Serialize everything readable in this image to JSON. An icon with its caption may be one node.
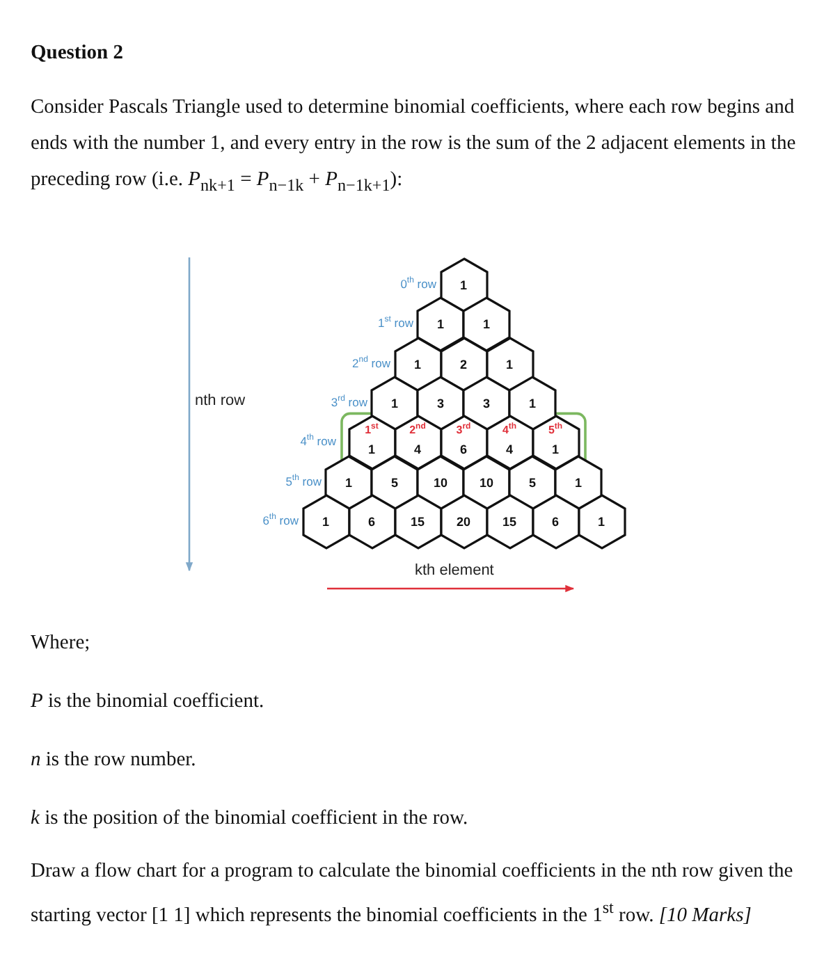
{
  "diagram": {
    "title": "Question 2",
    "nodes": [
      {
        "text": [
          "1"
        ]
      },
      {
        "text": [
          "1"
        ]
      },
      {
        "text": [
          "1"
        ]
      },
      {
        "text": [
          "1"
        ]
      },
      {
        "text": [
          "2"
        ]
      },
      {
        "text": [
          "1"
        ]
      },
      {
        "text": [
          "1"
        ]
      },
      {
        "text": [
          "3"
        ]
      },
      {
        "text": [
          "3"
        ]
      },
      {
        "text": [
          "1"
        ]
      },
      {
        "text": [
          "1$^{st}$",
          "1"
        ]
      },
      {
        "text": [
          "2$^{nd}$",
          "4"
        ]
      },
      {
        "text": [
          "3$^{rd}$",
          "6"
        ]
      },
      {
        "text": [
          "4$^{th}$",
          "4"
        ]
      },
      {
        "text": [
          "5$^{th}$",
          "1"
        ]
      },
      {
        "text": [
          "1"
        ]
      },
      {
        "text": [
          "5"
        ]
      },
      {
        "text": [
          "10"
        ]
      },
      {
        "text": [
          "10"
        ]
      },
      {
        "text": [
          "5"
        ]
      },
      {
        "text": [
          "1"
        ]
      },
      {
        "text": [
          "1"
        ]
      },
      {
        "text": [
          "6"
        ]
      },
      {
        "text": [
          "15"
        ]
      },
      {
        "text": [
          "20"
        ]
      },
      {
        "text": [
          "15"
        ]
      },
      {
        "text": [
          "6"
        ]
      },
      {
        "text": [
          "1"
        ]
      }
    ],
    "labels": [
      "Consider Pascals Triangle used to determine binomial coefficients, where each row begins and ends with the number 1, and every entry in the row is the sum of the 2 adjacent elements in the preceding row (i.e. *P*$_{nk+1}$ = *P*$_{n−1k}$ + *P*$_{n−1k+1}$):",
      "0$^{th}$ row",
      "1$^{st}$ row",
      "2$^{nd}$ row",
      "3$^{rd}$ row",
      "4$^{th}$ row",
      "5$^{th}$ row",
      "6$^{th}$ row",
      "nth row",
      "kth element",
      "Where;",
      "*P* is the binomial coefficient.",
      "*n* is the row number.",
      "*k* is the position of the binomial coefficient in the row.",
      "Draw a flow chart for a program to calculate the binomial coefficients in the nth row given the starting vector [1 1] which represents the binomial coefficients in the 1$^{st}$ row. *[10 Marks]*"
    ]
  }
}
